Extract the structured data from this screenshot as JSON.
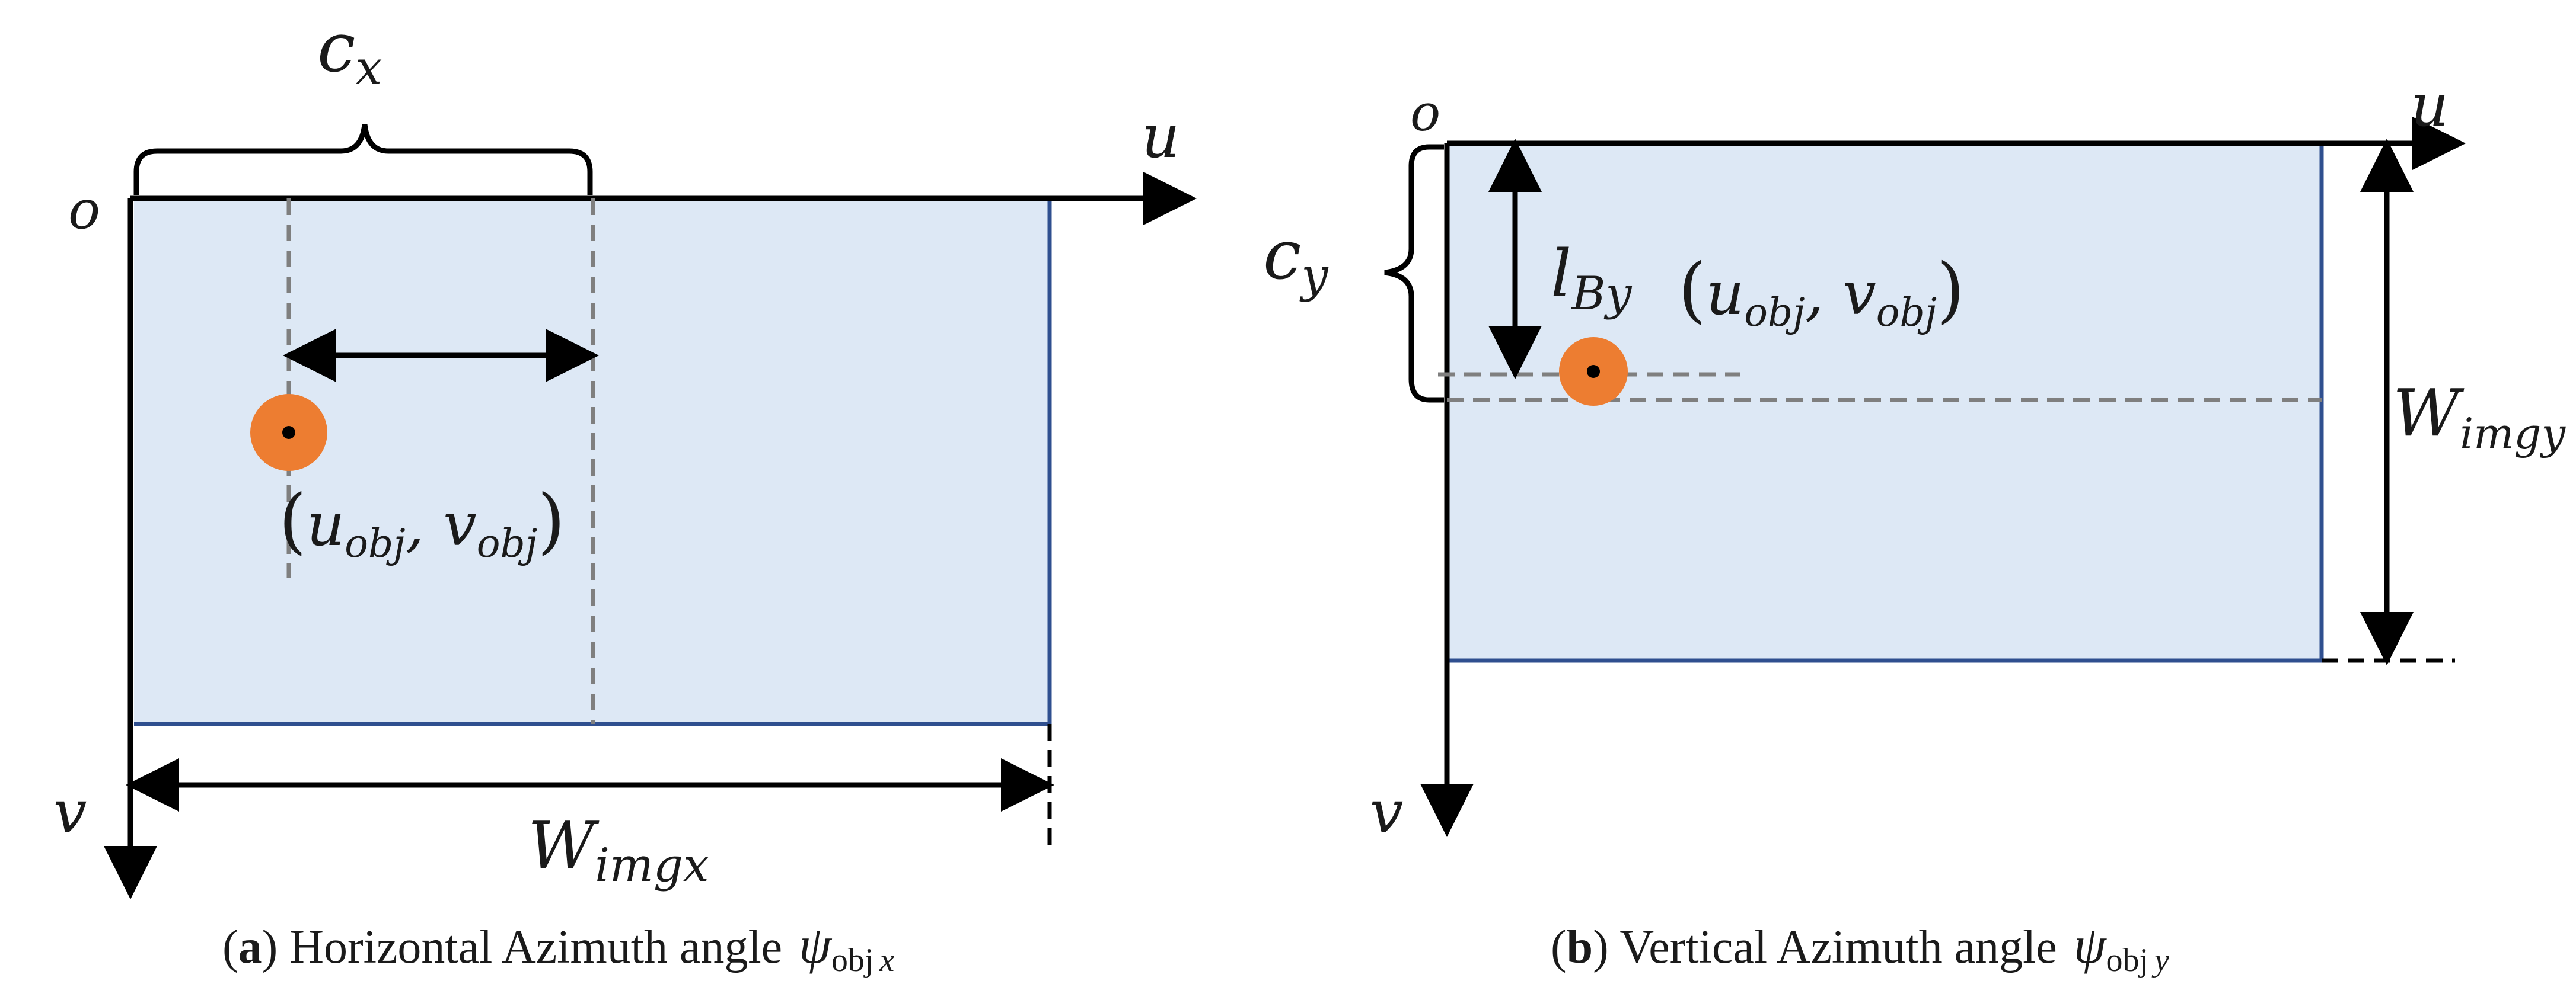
{
  "panels": [
    {
      "id": "a",
      "labels": {
        "origin": "o",
        "u_axis": "u",
        "v_axis": "v",
        "c_main": "c",
        "c_sub": "x",
        "width_main": "W",
        "width_sub": "imgx",
        "point_u": "u",
        "point_u_sub": "obj",
        "point_v": "v",
        "point_v_sub": "obj"
      },
      "caption": {
        "letter": "a",
        "text": "Horizontal Azimuth angle",
        "symbol": "ψ",
        "symbol_sub": "obj",
        "symbol_axis": "x"
      }
    },
    {
      "id": "b",
      "labels": {
        "origin": "o",
        "u_axis": "u",
        "v_axis": "v",
        "c_main": "c",
        "c_sub": "y",
        "l_main": "l",
        "l_sub": "By",
        "width_main": "W",
        "width_sub": "imgy",
        "point_u": "u",
        "point_u_sub": "obj",
        "point_v": "v",
        "point_v_sub": "obj"
      },
      "caption": {
        "letter": "b",
        "text": "Vertical Azimuth angle",
        "symbol": "ψ",
        "symbol_sub": "obj",
        "symbol_axis": "y"
      }
    }
  ],
  "colors": {
    "image_fill": "#dde8f5",
    "image_border": "#2f4f8f",
    "object_marker": "#ed7d31",
    "axis": "#000000",
    "dashed": "#7f7f7f"
  }
}
